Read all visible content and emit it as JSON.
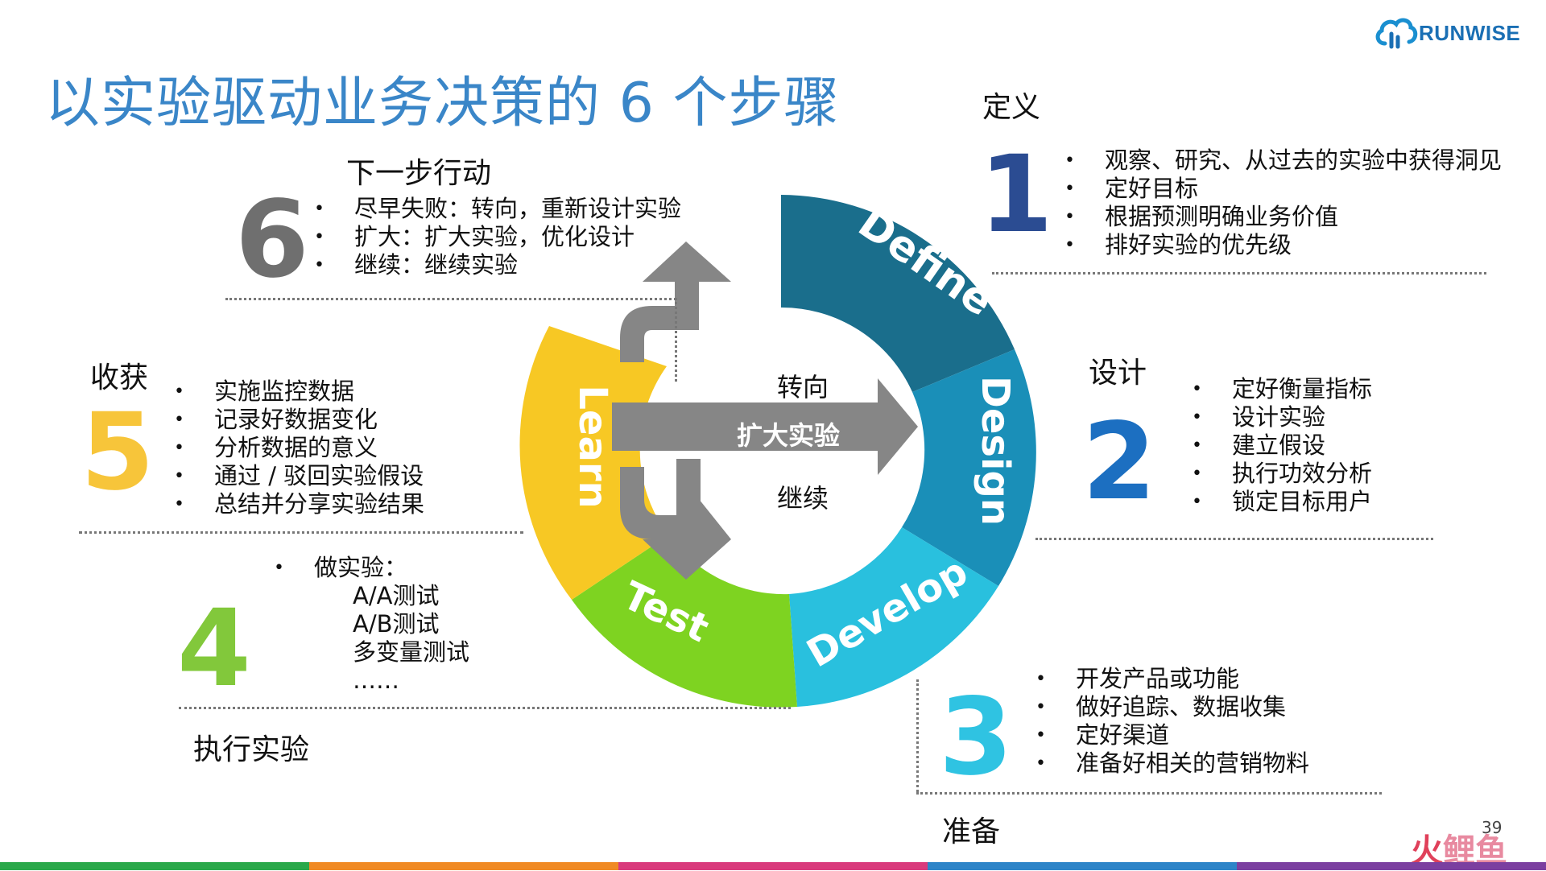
{
  "title": "以实验驱动业务决策的 6 个步骤",
  "logo": {
    "text": "RUNWISE",
    "icon": "cloud-logo-icon"
  },
  "page_number": "39",
  "watermark": {
    "a": "火",
    "b": "鲤鱼"
  },
  "colors": {
    "title": "#3a86c8",
    "define": "#1a6e8c",
    "design": "#1a8fb8",
    "develop": "#29c0de",
    "test": "#7ed321",
    "learn": "#f7c824",
    "arrows": "#868686"
  },
  "cycle": {
    "define": "Define",
    "design": "Design",
    "develop": "Develop",
    "test": "Test",
    "learn": "Learn"
  },
  "arrows": {
    "pivot": "转向",
    "scale": "扩大实验",
    "persevere": "继续"
  },
  "steps": {
    "s1": {
      "number": "1",
      "heading": "定义",
      "color": "#2b4c92",
      "items": [
        "观察、研究、从过去的实验中获得洞见",
        "定好目标",
        "根据预测明确业务价值",
        "排好实验的优先级"
      ]
    },
    "s2": {
      "number": "2",
      "heading": "设计",
      "color": "#1c6fc1",
      "items": [
        "定好衡量指标",
        "设计实验",
        "建立假设",
        "执行功效分析",
        "锁定目标用户"
      ]
    },
    "s3": {
      "number": "3",
      "heading": "准备",
      "color": "#2fc3e2",
      "items": [
        "开发产品或功能",
        "做好追踪、数据收集",
        "定好渠道",
        "准备好相关的营销物料"
      ]
    },
    "s4": {
      "number": "4",
      "heading": "执行实验",
      "color": "#82c83b",
      "lead": "做实验：",
      "subs": [
        "A/A测试",
        "A/B测试",
        "多变量测试",
        "……"
      ]
    },
    "s5": {
      "number": "5",
      "heading": "收获",
      "color": "#f7c53a",
      "items": [
        "实施监控数据",
        "记录好数据变化",
        "分析数据的意义",
        "通过 / 驳回实验假设",
        "总结并分享实验结果"
      ]
    },
    "s6": {
      "number": "6",
      "heading": "下一步行动",
      "color": "#6f6f6f",
      "items": [
        "尽早失败：转向，重新设计实验",
        "扩大：扩大实验，优化设计",
        "继续：继续实验"
      ]
    }
  },
  "bottom_bar": [
    "#2aa84a",
    "#f08a24",
    "#d93a7c",
    "#2d84c8",
    "#7b3fa0"
  ]
}
